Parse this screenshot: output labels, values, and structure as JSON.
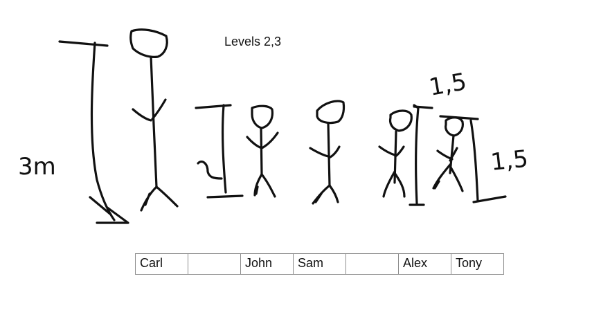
{
  "title": "Levels 2,3",
  "annotations": {
    "left": "3m",
    "top_right": "1,5",
    "right": "1,5"
  },
  "names_row": [
    "Carl",
    "",
    "John",
    "Sam",
    "",
    "Alex",
    "Tony"
  ]
}
